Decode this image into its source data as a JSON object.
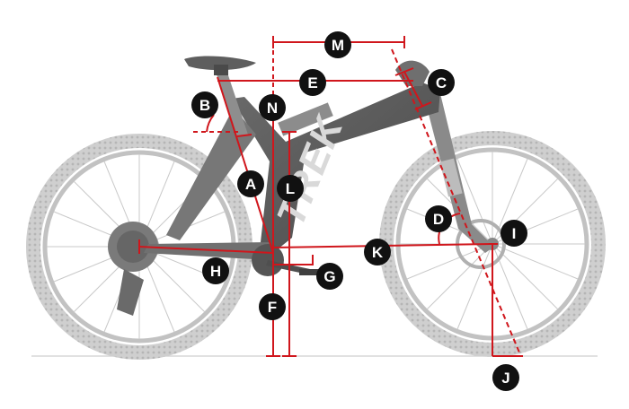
{
  "brand": {
    "text": "TREK"
  },
  "colors": {
    "measure_red": "#d0161c",
    "badge_black": "#111111",
    "bike_gray": "#9a9a9a",
    "tire_gray": "#c9c9c9",
    "frame_dark": "#555555",
    "ground_line": "#cfcfcf"
  },
  "labels": {
    "A": "A",
    "B": "B",
    "C": "C",
    "D": "D",
    "E": "E",
    "F": "F",
    "G": "G",
    "H": "H",
    "I": "I",
    "J": "J",
    "K": "K",
    "L": "L",
    "M": "M",
    "N": "N"
  }
}
